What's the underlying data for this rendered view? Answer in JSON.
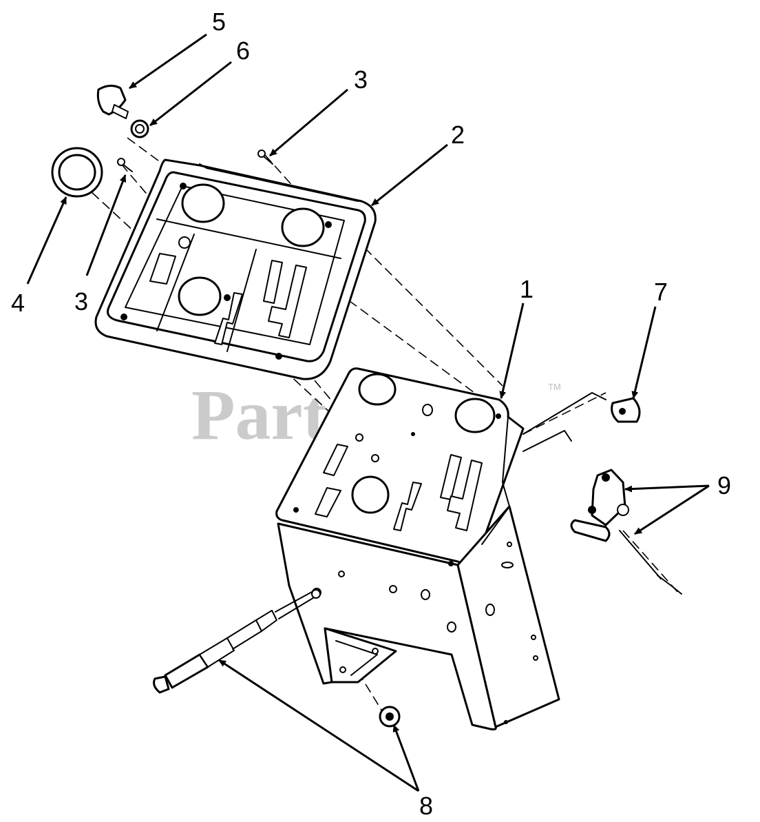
{
  "diagram": {
    "callouts": [
      "1",
      "2",
      "3",
      "3",
      "4",
      "5",
      "6",
      "7",
      "8",
      "9"
    ]
  },
  "watermark": {
    "text": "PartsTree",
    "trademark": "TM"
  },
  "colors": {
    "line": "#000000",
    "background": "#ffffff",
    "watermark": "#bdbdbd"
  }
}
